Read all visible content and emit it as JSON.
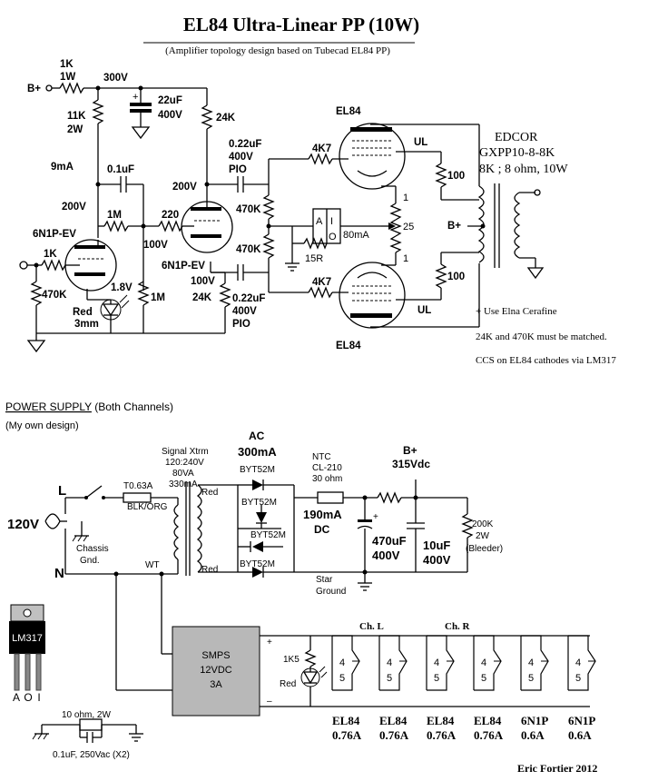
{
  "title": "EL84 Ultra-Linear PP (10W)",
  "subtitle": "(Amplifier topology design based on Tubecad EL84 PP)",
  "amp": {
    "bplus": "B+",
    "r_1k": "1K",
    "r_1w": "1W",
    "v_300": "300V",
    "cap_22": "22uF",
    "cap_22v": "400V",
    "r_11k": "11K",
    "r_2w": "2W",
    "r_24k_top": "24K",
    "i_9ma": "9mA",
    "cap_01": "0.1uF",
    "v_200_left": "200V",
    "v_200_right": "200V",
    "tube_6n1p_top": "6N1P-EV",
    "tube_6n1p_bot": "6N1P-EV",
    "r_1m_a": "1M",
    "r_220": "220",
    "v_100_a": "100V",
    "v_100_b": "100V",
    "r_1k_in": "1K",
    "r_470k_in": "470K",
    "v_18": "1.8V",
    "led_red": "Red",
    "led_3mm": "3mm",
    "r_1m_b": "1M",
    "r_24k_bot": "24K",
    "cap_pio_top": [
      "0.22uF",
      "400V",
      "PIO"
    ],
    "cap_pio_bot": [
      "0.22uF",
      "400V",
      "PIO"
    ],
    "r_470k_a": "470K",
    "r_470k_b": "470K",
    "r_4k7_top": "4K7",
    "r_4k7_bot": "4K7",
    "tube_el84_top": "EL84",
    "tube_el84_bot": "EL84",
    "reg_a": "A",
    "reg_i": "I",
    "reg_o": "O",
    "i_80ma": "80mA",
    "r_15r": "15R",
    "r_1_top": "1",
    "r_25": "25",
    "r_1_bot": "1",
    "ul_top": "UL",
    "ul_bot": "UL",
    "r_100_top": "100",
    "r_100_bot": "100",
    "bplus_ot": "B+",
    "ot": [
      "EDCOR",
      "GXPP10-8-8K",
      "8K ; 8 ohm, 10W"
    ],
    "notes": [
      "+ Use Elna Cerafine",
      "24K and 470K must be matched.",
      "CCS on EL84 cathodes via LM317"
    ]
  },
  "psu": {
    "heading": "POWER SUPPLY",
    "heading_sub": " (Both Channels)",
    "own": "(My own design)",
    "xfmr": [
      "Signal Xtrm",
      "120:240V",
      "80VA",
      "330mA"
    ],
    "ac": "AC",
    "ac_i": "300mA",
    "fuse": "T0.63A",
    "wire_blk": "BLK/ORG",
    "wire_red1": "Red",
    "wire_red2": "Red",
    "wire_wt": "WT",
    "l": "L",
    "n": "N",
    "v120": "120V",
    "chassis": [
      "Chassis",
      "Gnd."
    ],
    "diodes": [
      "BYT52M",
      "BYT52M",
      "BYT52M",
      "BYT52M"
    ],
    "ntc": [
      "NTC",
      "CL-210",
      "30 ohm"
    ],
    "dc_i": "190mA",
    "dc": "DC",
    "bplus": "B+",
    "bplus_v": "315Vdc",
    "cap_470": [
      "470uF",
      "400V"
    ],
    "cap_10": [
      "10uF",
      "400V"
    ],
    "bleeder": [
      "200K",
      "2W",
      "(Bleeder)"
    ],
    "star": [
      "Star",
      "Ground"
    ],
    "smps": [
      "SMPS",
      "12VDC",
      "3A"
    ],
    "plus": "+",
    "minus": "–",
    "r_1k5": "1K5",
    "led_red": "Red",
    "ch_l": "Ch. L",
    "ch_r": "Ch. R",
    "pin4": "4",
    "pin5": "5",
    "heaters": [
      {
        "tube": "EL84",
        "current": "0.76A"
      },
      {
        "tube": "EL84",
        "current": "0.76A"
      },
      {
        "tube": "EL84",
        "current": "0.76A"
      },
      {
        "tube": "EL84",
        "current": "0.76A"
      },
      {
        "tube": "6N1P",
        "current": "0.6A"
      },
      {
        "tube": "6N1P",
        "current": "0.6A"
      }
    ],
    "lm317": "LM317",
    "aoi": [
      "A",
      "O",
      "I"
    ],
    "filter_r": "10 ohm, 2W",
    "filter_c": "0.1uF, 250Vac (X2)",
    "author": "Eric Fortier 2012"
  }
}
